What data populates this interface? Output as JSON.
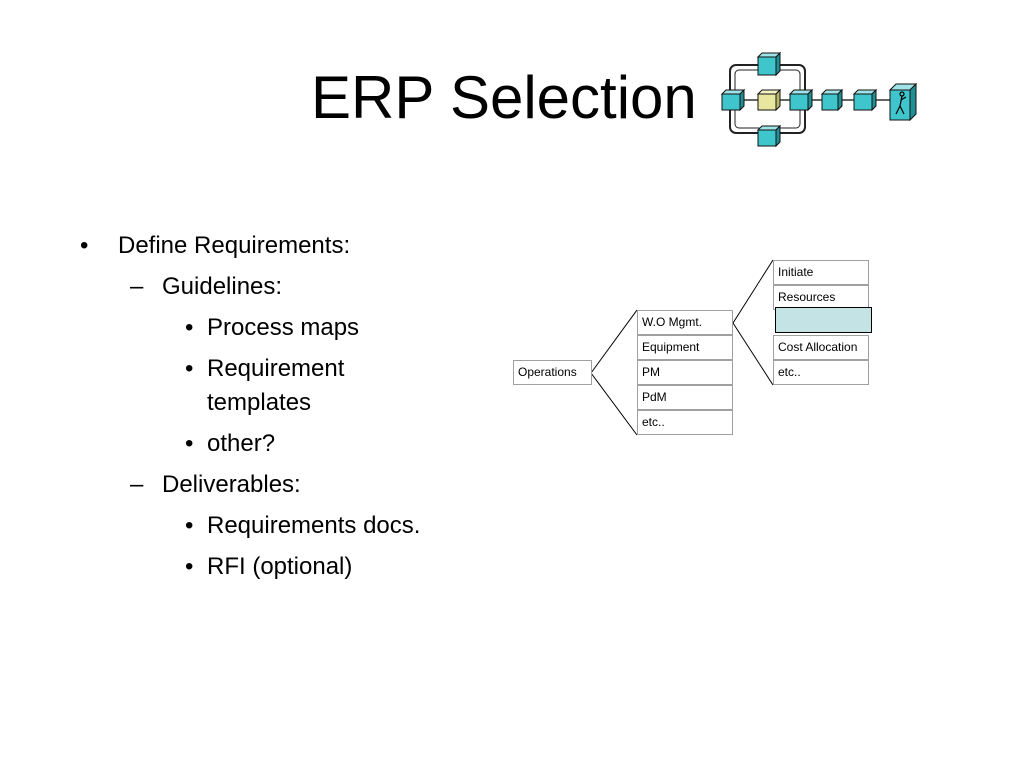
{
  "slide": {
    "title": "ERP Selection"
  },
  "bullets": {
    "l1": "Define Requirements:",
    "guidelines": "Guidelines:",
    "process_maps": "Process maps",
    "req_templates_1": "Requirement",
    "req_templates_2": "templates",
    "other": "other?",
    "deliverables": "Deliverables:",
    "req_docs": "Requirements docs.",
    "rfi": "RFI (optional)",
    "mark_l1": "•",
    "mark_l2": "–",
    "mark_l3": "•"
  },
  "tree": {
    "root": "Operations",
    "level1": [
      "W.O Mgmt.",
      "Equipment",
      "PM",
      "PdM",
      "etc.."
    ],
    "level2": [
      "Initiate",
      "Resources",
      "",
      "Cost Allocation",
      "etc.."
    ]
  },
  "colors": {
    "highlight": "#c4e3e4",
    "logo_cube": "#3fc6cc",
    "logo_cube_active": "#e8e7a0"
  },
  "icons": {
    "logo": "process-flow-icon"
  }
}
